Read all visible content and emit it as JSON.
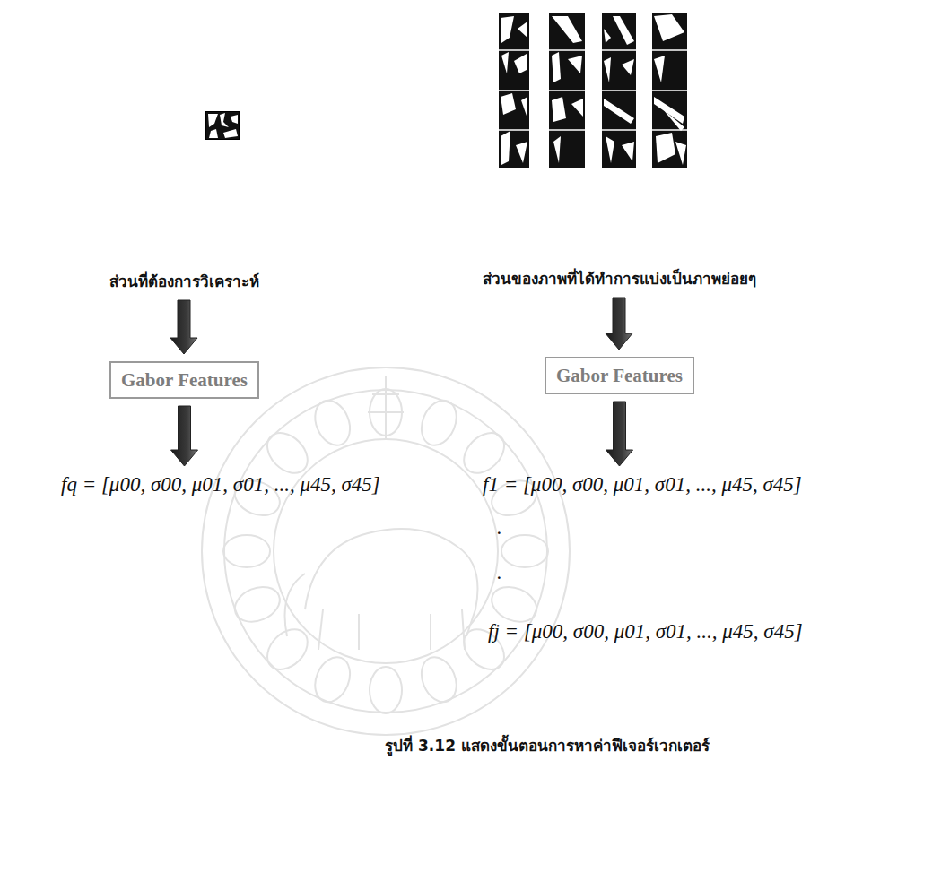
{
  "diagram": {
    "caption": "รูปที่ 3.12 แสดงขั้นตอนการหาค่าฟีเจอร์เวกเตอร์",
    "nodes": [
      {
        "text": [
          "ส่วนที่ต้องการวิเคราะห์"
        ]
      },
      {
        "text": [
          "ส่วนของภาพที่ได้ทำการแบ่งเป็นภาพย่อยๆ"
        ]
      },
      {
        "text": [
          "Gabor Features"
        ]
      },
      {
        "text": [
          "Gabor Features"
        ]
      },
      {
        "text": [
          "fq = [μ00, σ00, μ01, σ01, ..., μ45, σ45]"
        ]
      },
      {
        "text": [
          "f1 = [μ00, σ00, μ01, σ01, ..., μ45, σ45]",
          ".",
          ".",
          "fj = [μ00, σ00, μ01, σ01, ..., μ45, σ45]"
        ]
      }
    ],
    "edges": [
      {
        "from": 0,
        "to": 2,
        "arrow": "to"
      },
      {
        "from": 1,
        "to": 3,
        "arrow": "to"
      },
      {
        "from": 2,
        "to": 4,
        "arrow": "to"
      },
      {
        "from": 3,
        "to": 5,
        "arrow": "to"
      }
    ]
  }
}
